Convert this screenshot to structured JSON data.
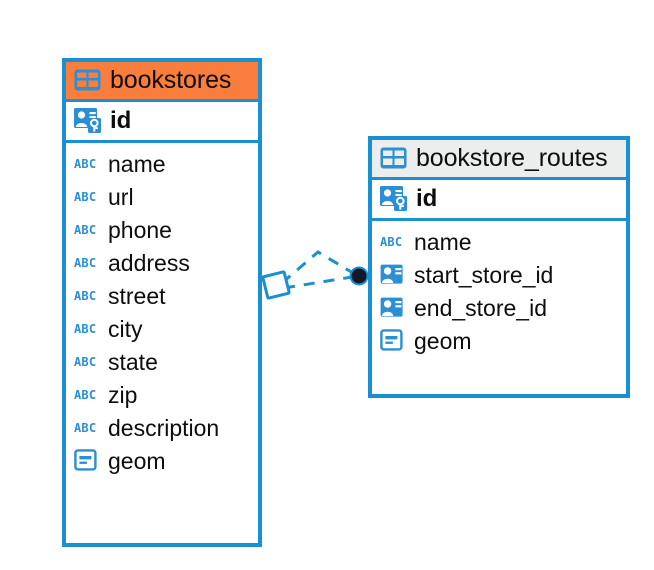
{
  "diagram": {
    "type": "entity-relationship-diagram",
    "background": "#ffffff",
    "colors": {
      "border": "#1a8fd1",
      "icon_blue": "#2a8fd4",
      "header_accent": "#f97d3c",
      "header_neutral": "#eceded",
      "text": "#0d0d0d",
      "connector": "#1a8fd1",
      "connector_endpoint": "#111827"
    },
    "entities": [
      {
        "name": "bookstores",
        "header_style": "accent",
        "table_icon": "table-icon",
        "primary_key": {
          "label": "id",
          "icon": "primary-key-icon"
        },
        "fields": [
          {
            "label": "name",
            "icon": "text-type-icon"
          },
          {
            "label": "url",
            "icon": "text-type-icon"
          },
          {
            "label": "phone",
            "icon": "text-type-icon"
          },
          {
            "label": "address",
            "icon": "text-type-icon"
          },
          {
            "label": "street",
            "icon": "text-type-icon"
          },
          {
            "label": "city",
            "icon": "text-type-icon"
          },
          {
            "label": "state",
            "icon": "text-type-icon"
          },
          {
            "label": "zip",
            "icon": "text-type-icon"
          },
          {
            "label": "description",
            "icon": "text-type-icon"
          },
          {
            "label": "geom",
            "icon": "geometry-type-icon"
          }
        ]
      },
      {
        "name": "bookstore_routes",
        "header_style": "neutral",
        "table_icon": "table-icon",
        "primary_key": {
          "label": "id",
          "icon": "primary-key-icon"
        },
        "fields": [
          {
            "label": "name",
            "icon": "text-type-icon"
          },
          {
            "label": "start_store_id",
            "icon": "foreign-key-icon"
          },
          {
            "label": "end_store_id",
            "icon": "foreign-key-icon"
          },
          {
            "label": "geom",
            "icon": "geometry-type-icon"
          }
        ]
      }
    ],
    "relationship": {
      "from_entity": "bookstores",
      "to_entity": "bookstore_routes",
      "line_style": "dashed",
      "source_marker": "diamond-marker",
      "target_marker": "filled-circle-marker"
    }
  }
}
